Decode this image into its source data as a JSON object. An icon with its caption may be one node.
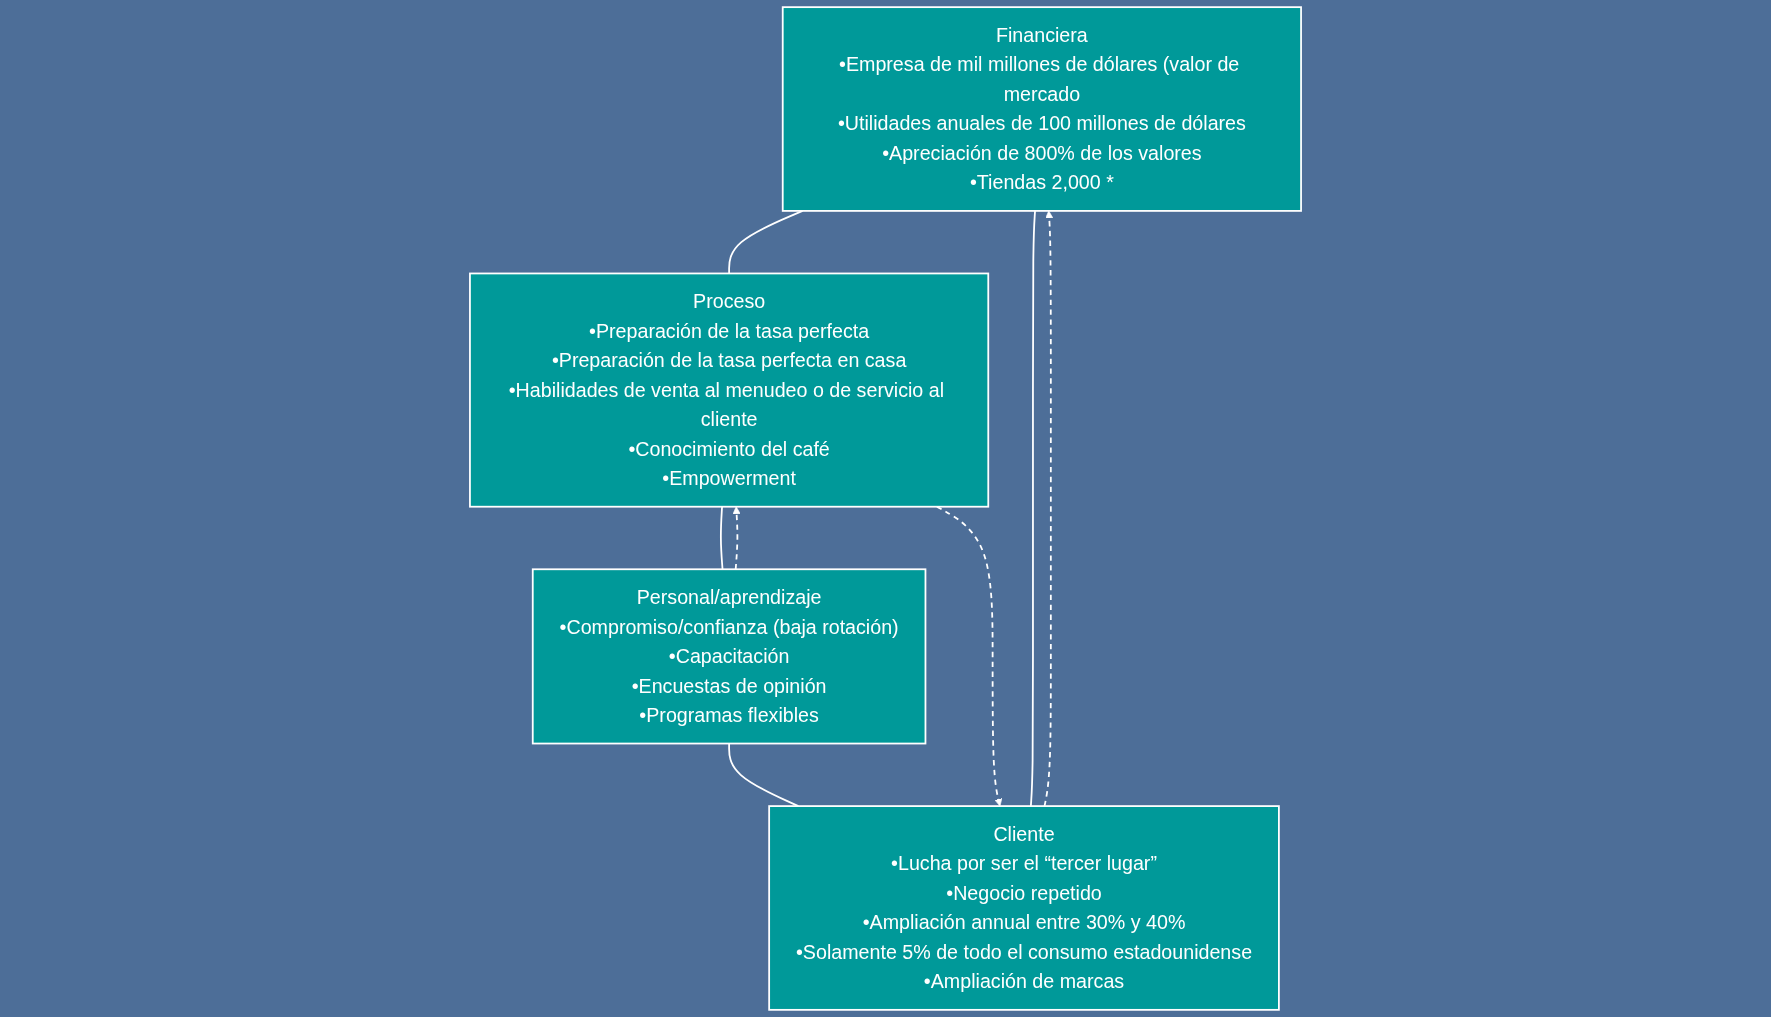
{
  "diagram": {
    "nodes": [
      {
        "text": [
          "Financiera",
          "•Empresa de mil millones de dólares (valor de mercado",
          "•Utilidades anuales de 100 millones de dólares",
          "•Apreciación de 800% de los valores",
          "•Tiendas 2,000 *"
        ]
      },
      {
        "text": [
          "Cliente",
          "•Lucha por ser el “tercer lugar”",
          "•Negocio repetido",
          "•Ampliación annual entre 30% y 40%",
          "•Solamente 5% de todo el consumo estadounidense",
          "•Ampliación de marcas"
        ]
      },
      {
        "text": [
          "Proceso",
          "•Preparación de la tasa perfecta",
          "•Preparación de la tasa perfecta en casa",
          "•Habilidades de venta al menudeo o de servicio al cliente",
          "•Conocimiento del café",
          "•Empowerment"
        ]
      },
      {
        "text": [
          "Personal/aprendizaje",
          "•Compromiso/confianza (baja rotación)",
          "•Capacitación",
          "•Encuestas de opinión",
          "•Programas flexibles"
        ]
      }
    ],
    "edges": [
      {
        "from": 1,
        "to": 0,
        "arrow": "none"
      },
      {
        "from": 0,
        "to": 2,
        "arrow": "none"
      },
      {
        "from": 2,
        "to": 3,
        "arrow": "none"
      },
      {
        "from": 3,
        "to": 1,
        "arrow": "none"
      },
      {
        "from": 2,
        "to": 1,
        "arrow": "to",
        "style": "dashed"
      },
      {
        "from": 1,
        "to": 0,
        "arrow": "to",
        "style": "dashed"
      },
      {
        "from": 3,
        "to": 2,
        "arrow": "to",
        "style": "dashed"
      }
    ]
  }
}
